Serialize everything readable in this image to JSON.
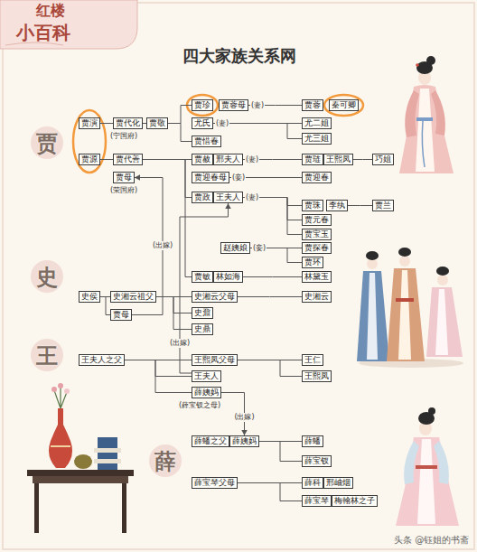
{
  "diagram": {
    "title": "四大家族关系网",
    "nodes": [
      {
        "text": [
          "贾珍"
        ]
      },
      {
        "text": [
          "贾蓉母"
        ]
      },
      {
        "text": [
          "贾蓉"
        ]
      },
      {
        "text": [
          "秦可卿"
        ]
      },
      {
        "text": [
          "贾演"
        ]
      },
      {
        "text": [
          "贾代化"
        ]
      },
      {
        "text": [
          "贾敬"
        ]
      },
      {
        "text": [
          "尤氏"
        ]
      },
      {
        "text": [
          "尤二姐"
        ]
      },
      {
        "text": [
          "尤三姐"
        ]
      },
      {
        "text": [
          "贾惜春"
        ]
      },
      {
        "text": [
          "贾源"
        ]
      },
      {
        "text": [
          "贾代善"
        ]
      },
      {
        "text": [
          "贾赦"
        ]
      },
      {
        "text": [
          "邢夫人"
        ]
      },
      {
        "text": [
          "贾琏"
        ]
      },
      {
        "text": [
          "王熙凤"
        ]
      },
      {
        "text": [
          "巧姐"
        ]
      },
      {
        "text": [
          "贾母"
        ]
      },
      {
        "text": [
          "贾迎春母"
        ]
      },
      {
        "text": [
          "贾迎春"
        ]
      },
      {
        "text": [
          "贾政"
        ]
      },
      {
        "text": [
          "王夫人"
        ]
      },
      {
        "text": [
          "贾珠"
        ]
      },
      {
        "text": [
          "李纨"
        ]
      },
      {
        "text": [
          "贾兰"
        ]
      },
      {
        "text": [
          "贾元春"
        ]
      },
      {
        "text": [
          "贾宝玉"
        ]
      },
      {
        "text": [
          "赵姨娘"
        ]
      },
      {
        "text": [
          "贾探春"
        ]
      },
      {
        "text": [
          "贾环"
        ]
      },
      {
        "text": [
          "贾敏"
        ]
      },
      {
        "text": [
          "林如海"
        ]
      },
      {
        "text": [
          "林黛玉"
        ]
      },
      {
        "text": [
          "史侯"
        ]
      },
      {
        "text": [
          "史湘云祖父"
        ]
      },
      {
        "text": [
          "史湘云父母"
        ]
      },
      {
        "text": [
          "史湘云"
        ]
      },
      {
        "text": [
          "贾母"
        ]
      },
      {
        "text": [
          "史鼐"
        ]
      },
      {
        "text": [
          "史鼎"
        ]
      },
      {
        "text": [
          "王夫人之父"
        ]
      },
      {
        "text": [
          "王熙凤父母"
        ]
      },
      {
        "text": [
          "王仁"
        ]
      },
      {
        "text": [
          "王夫人"
        ]
      },
      {
        "text": [
          "王熙凤"
        ]
      },
      {
        "text": [
          "薛姨妈"
        ]
      },
      {
        "text": [
          "薛蟠之父"
        ]
      },
      {
        "text": [
          "薛姨妈"
        ]
      },
      {
        "text": [
          "薛蟠"
        ]
      },
      {
        "text": [
          "薛宝钗"
        ]
      },
      {
        "text": [
          "薛宝琴父母"
        ]
      },
      {
        "text": [
          "薛科"
        ]
      },
      {
        "text": [
          "邢岫烟"
        ]
      },
      {
        "text": [
          "薛宝琴"
        ]
      },
      {
        "text": [
          "梅翰林之子"
        ]
      }
    ],
    "edges": [
      {
        "from": 4,
        "to": 5,
        "arrow": "none"
      },
      {
        "from": 5,
        "to": 6,
        "arrow": "none"
      },
      {
        "from": 6,
        "to": 0,
        "arrow": "none"
      },
      {
        "from": 6,
        "to": 10,
        "arrow": "none"
      },
      {
        "from": 1,
        "to": 2,
        "label": "(妻)",
        "arrow": "none"
      },
      {
        "from": 7,
        "to": 8,
        "label": "(妻)",
        "arrow": "none"
      },
      {
        "from": 7,
        "to": 9,
        "arrow": "none"
      },
      {
        "from": 11,
        "to": 12,
        "arrow": "none"
      },
      {
        "from": 12,
        "to": 13,
        "arrow": "none"
      },
      {
        "from": 12,
        "to": 21,
        "arrow": "none"
      },
      {
        "from": 12,
        "to": 31,
        "arrow": "none"
      },
      {
        "from": 14,
        "to": 15,
        "label": "(妻)",
        "arrow": "none"
      },
      {
        "from": 16,
        "to": 17,
        "arrow": "none"
      },
      {
        "from": 19,
        "to": 20,
        "label": "(妾)",
        "arrow": "none"
      },
      {
        "from": 22,
        "to": 23,
        "label": "(妻)",
        "arrow": "none"
      },
      {
        "from": 22,
        "to": 26,
        "arrow": "none"
      },
      {
        "from": 22,
        "to": 27,
        "arrow": "none"
      },
      {
        "from": 24,
        "to": 25,
        "arrow": "none"
      },
      {
        "from": 28,
        "to": 29,
        "label": "(妾)",
        "arrow": "none"
      },
      {
        "from": 28,
        "to": 30,
        "arrow": "none"
      },
      {
        "from": 32,
        "to": 33,
        "arrow": "none"
      },
      {
        "from": 38,
        "to": 18,
        "label": "(出嫁)",
        "arrow": "to"
      },
      {
        "from": 34,
        "to": 35,
        "arrow": "none"
      },
      {
        "from": 34,
        "to": 38,
        "arrow": "none"
      },
      {
        "from": 35,
        "to": 36,
        "arrow": "none"
      },
      {
        "from": 35,
        "to": 39,
        "arrow": "none"
      },
      {
        "from": 35,
        "to": 40,
        "arrow": "none"
      },
      {
        "from": 36,
        "to": 37,
        "arrow": "none"
      },
      {
        "from": 44,
        "to": 22,
        "label": "(出嫁)",
        "arrow": "to"
      },
      {
        "from": 41,
        "to": 42,
        "arrow": "none"
      },
      {
        "from": 41,
        "to": 44,
        "arrow": "none"
      },
      {
        "from": 41,
        "to": 46,
        "arrow": "none"
      },
      {
        "from": 42,
        "to": 43,
        "arrow": "none"
      },
      {
        "from": 42,
        "to": 45,
        "arrow": "none"
      },
      {
        "from": 46,
        "to": 48,
        "label": "(出嫁)",
        "arrow": "to"
      },
      {
        "from": 48,
        "to": 49,
        "arrow": "none"
      },
      {
        "from": 48,
        "to": 50,
        "arrow": "none"
      },
      {
        "from": 51,
        "to": 52,
        "arrow": "none"
      },
      {
        "from": 51,
        "to": 54,
        "arrow": "none"
      }
    ],
    "labels": [
      "红楼",
      "小百科",
      "(宁国府)",
      "(荣国府)",
      "贾",
      "史",
      "王",
      "薛",
      "(薛宝钗之母)",
      "头条 @钰姐的书斋"
    ]
  }
}
